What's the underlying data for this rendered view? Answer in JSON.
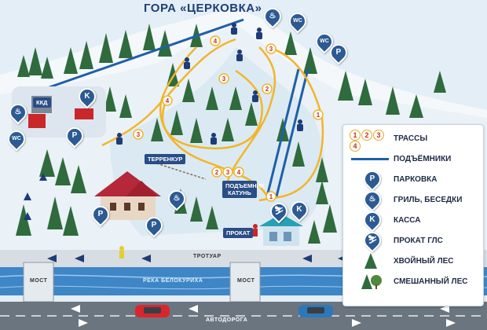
{
  "title": "ГОРА «ЦЕРКОВКА»",
  "places": {
    "kkd": "ККД",
    "terrenkur": "ТЕРРЕНКУР",
    "lift_katun": "ПОДЪЕМНИК КАТУНЬ",
    "prokat": "ПРОКАТ",
    "trotuar": "ТРОТУАР",
    "river": "РЕКА БЕЛОКУРИХА",
    "most_left": "МОСТ",
    "most_right": "МОСТ",
    "road": "АВТОДОРОГА"
  },
  "pins": {
    "wc": "WC",
    "parking": "P",
    "kassa": "K"
  },
  "trail_numbers": [
    "1",
    "2",
    "3",
    "4"
  ],
  "legend": {
    "trails": {
      "numbers": [
        "1",
        "2",
        "3",
        "4"
      ],
      "label": "ТРАССЫ"
    },
    "lifts": "ПОДЪЁМНИКИ",
    "parking": {
      "icon": "P",
      "label": "ПАРКОВКА"
    },
    "grill": "ГРИЛЬ, БЕСЕДКИ",
    "kassa": {
      "icon": "K",
      "label": "КАССА"
    },
    "rental": "ПРОКАТ ГЛС",
    "conifer": "ХВОЙНЫЙ ЛЕС",
    "mixed": "СМЕШАННЫЙ ЛЕС"
  },
  "colors": {
    "trail": "#f2b52a",
    "lift": "#1f5fa8",
    "pin": "#2c5a93",
    "road": "#6a7580",
    "river": "#3f86c6",
    "car_red": "#d9262b",
    "car_blue": "#2d78b8"
  }
}
